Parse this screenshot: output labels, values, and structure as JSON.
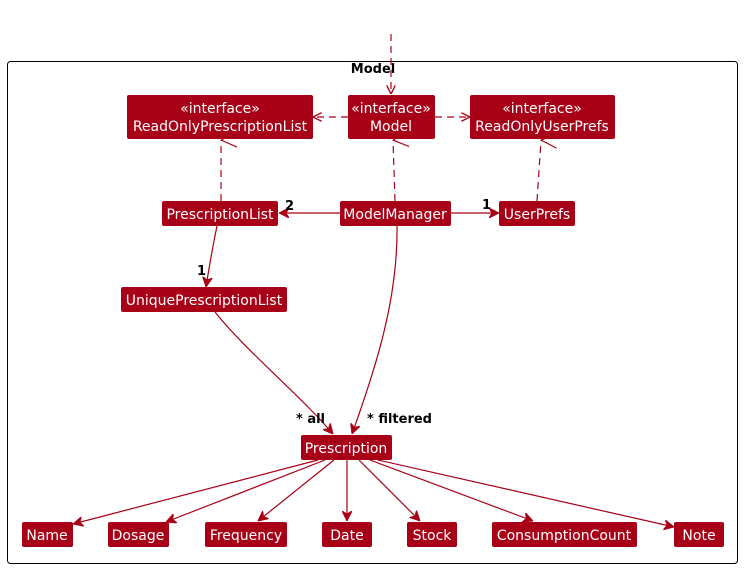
{
  "package": {
    "title": "Model"
  },
  "nodes": {
    "ro_prescription_list": {
      "stereotype": "«interface»",
      "name": "ReadOnlyPrescriptionList"
    },
    "model": {
      "stereotype": "«interface»",
      "name": "Model"
    },
    "ro_user_prefs": {
      "stereotype": "«interface»",
      "name": "ReadOnlyUserPrefs"
    },
    "prescription_list": {
      "name": "PrescriptionList"
    },
    "model_manager": {
      "name": "ModelManager"
    },
    "user_prefs": {
      "name": "UserPrefs"
    },
    "unique_prescription_list": {
      "name": "UniquePrescriptionList"
    },
    "prescription": {
      "name": "Prescription"
    },
    "name": {
      "name": "Name"
    },
    "dosage": {
      "name": "Dosage"
    },
    "frequency": {
      "name": "Frequency"
    },
    "date": {
      "name": "Date"
    },
    "stock": {
      "name": "Stock"
    },
    "consumption_count": {
      "name": "ConsumptionCount"
    },
    "note": {
      "name": "Note"
    }
  },
  "multiplicities": {
    "prescription_list": "2",
    "user_prefs": "1",
    "unique_prescription_list": "1",
    "all": "* all",
    "filtered": "* filtered"
  },
  "colors": {
    "node_fill": "#a80016",
    "line": "#a80016",
    "package_border": "#000000"
  }
}
